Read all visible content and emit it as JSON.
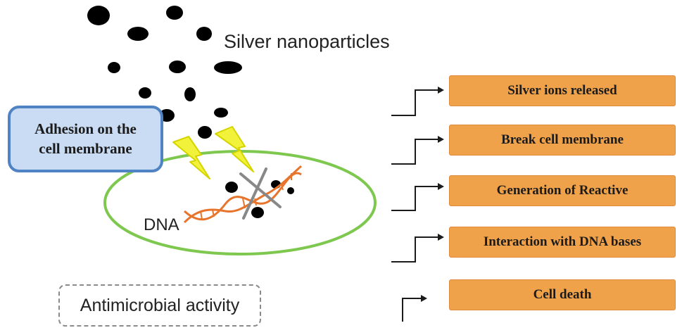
{
  "title": "Silver nanoparticles",
  "adhesion_label": "Adhesion on the\ncell membrane",
  "dna_label": "DNA",
  "activity_label": "Antimicrobial activity",
  "steps": [
    {
      "label": "Silver ions released"
    },
    {
      "label": "Break cell membrane"
    },
    {
      "label": "Generation of Reactive"
    },
    {
      "label": "Interaction with DNA bases"
    },
    {
      "label": "Cell death"
    }
  ],
  "colors": {
    "particle": "#000000",
    "cell_membrane": "#7ec850",
    "dna": "#e8742c",
    "lightning": "#f2f23a",
    "step_box": "#f0a24a",
    "adhesion_box_fill": "#c9dcf3",
    "adhesion_box_border": "#4f83c4"
  }
}
